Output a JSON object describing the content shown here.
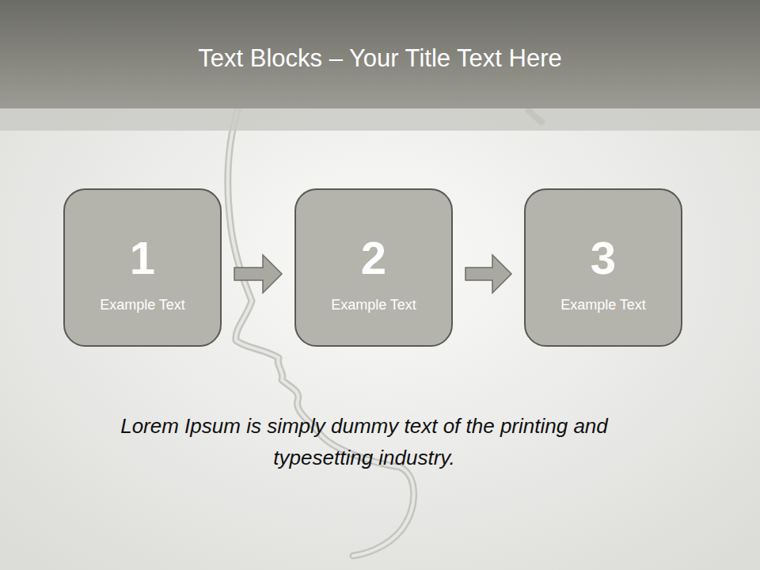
{
  "diagram": {
    "title": "Text Blocks – Your Title Text Here",
    "caption": "Lorem Ipsum is simply dummy text of the printing and typesetting industry.",
    "nodes": [
      {
        "text": [
          "1",
          "Example Text"
        ]
      },
      {
        "text": [
          "2",
          "Example Text"
        ]
      },
      {
        "text": [
          "3",
          "Example Text"
        ]
      }
    ],
    "edges": [
      {
        "from": 0,
        "to": 1,
        "arrow": "to"
      },
      {
        "from": 1,
        "to": 2,
        "arrow": "to"
      }
    ]
  }
}
